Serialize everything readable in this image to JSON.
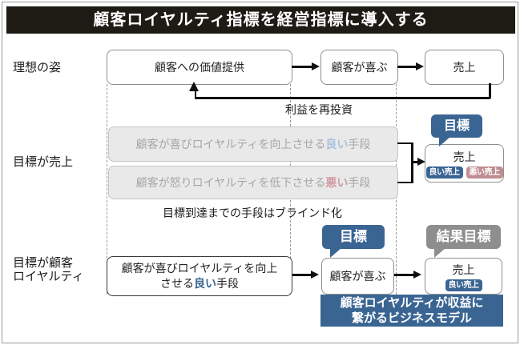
{
  "title": "顧客ロイヤルティ指標を経営指標に導入する",
  "colors": {
    "title_bg": "#1e1a14",
    "accent_blue": "#3a6593",
    "accent_rose": "#c08e92",
    "badge_gray": "#8e8e8e",
    "muted_text": "#a6a6a6"
  },
  "ideal": {
    "row_label": "理想の姿",
    "box_value": "顧客への価値提供",
    "box_happy": "顧客が喜ぶ",
    "box_sales": "売上",
    "feedback_label": "利益を再投資"
  },
  "sales_goal": {
    "row_label": "目標が売上",
    "good_means": {
      "pre": "顧客が喜びロイヤルティを向上させる",
      "hl": "良い",
      "post": "手段"
    },
    "bad_means": {
      "pre": "顧客が怒りロイヤルティを低下させる",
      "hl": "悪い",
      "post": "手段"
    },
    "goal_badge": "目標",
    "box_sales": "売上",
    "good_sales_badge": "良い売上",
    "bad_sales_badge": "悪い売上",
    "caption": "目標到達までの手段はブラインド化"
  },
  "loyalty_goal": {
    "row_label_line1": "目標が顧客",
    "row_label_line2": "ロイヤルティ",
    "means": {
      "pre": "顧客が喜びロイヤルティを向上させる",
      "hl": "良い",
      "post": "手段"
    },
    "goal_badge": "目標",
    "result_badge": "結果目標",
    "box_happy": "顧客が喜ぶ",
    "box_sales": "売上",
    "good_sales_badge": "良い売上",
    "banner_line1": "顧客ロイヤルティが収益に",
    "banner_line2": "繋がるビジネスモデル"
  }
}
